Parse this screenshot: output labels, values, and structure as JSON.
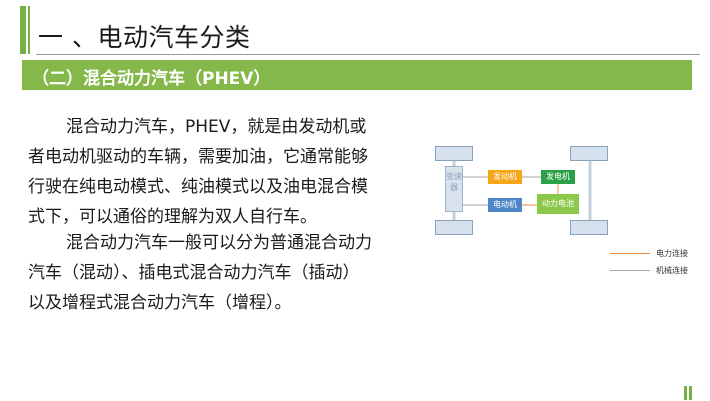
{
  "header": {
    "title": "一 、电动汽车分类"
  },
  "section": {
    "label": "（二）混合动力汽车（PHEV）"
  },
  "body": {
    "paragraphs": [
      "混合动力汽车，PHEV，就是由发动机或者电动机驱动的车辆，需要加油，它通常能够行驶在纯电动模式、纯油模式以及油电混合模式下，可以通俗的理解为双人自行车。",
      "混合动力汽车一般可以分为普通混合动力汽车（混动）、插电式混合动力汽车（插动）以及增程式混合动力汽车（增程）。"
    ]
  },
  "diagram": {
    "battery_label": "变速器",
    "engine_label": "发动机",
    "generator_label": "发电机",
    "motor_label": "电动机",
    "power_battery_label": "动力电池",
    "legend": [
      {
        "label": "电力连接",
        "color": "#f0883a"
      },
      {
        "label": "机械连接",
        "color": "#a6a6a6"
      }
    ],
    "colors": {
      "engine": "#f7a51b",
      "generator": "#2aa146",
      "motor": "#4f86c8",
      "power_battery": "#8cc84a"
    }
  },
  "theme": {
    "accent": "#85b84b"
  }
}
